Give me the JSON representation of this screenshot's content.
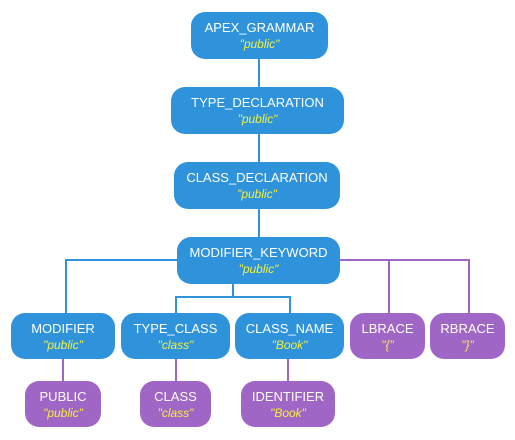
{
  "colors": {
    "blue_node": "#2f93dc",
    "blue_edge": "#2f93dc",
    "purple_node": "#a066c6",
    "purple_edge": "#a066c6",
    "value_text": "#f4f040"
  },
  "nodes": {
    "apex_grammar": {
      "label": "APEX_GRAMMAR",
      "value": "\"public\""
    },
    "type_declaration": {
      "label": "TYPE_DECLARATION",
      "value": "\"public\""
    },
    "class_declaration": {
      "label": "CLASS_DECLARATION",
      "value": "\"public\""
    },
    "modifier_keyword": {
      "label": "MODIFIER_KEYWORD",
      "value": "\"public\""
    },
    "modifier": {
      "label": "MODIFIER",
      "value": "\"public\""
    },
    "type_class": {
      "label": "TYPE_CLASS",
      "value": "\"class\""
    },
    "class_name": {
      "label": "CLASS_NAME",
      "value": "\"Book\""
    },
    "lbrace": {
      "label": "LBRACE",
      "value": "\"{\""
    },
    "rbrace": {
      "label": "RBRACE",
      "value": "\"}\""
    },
    "public": {
      "label": "PUBLIC",
      "value": "\"public\""
    },
    "class": {
      "label": "CLASS",
      "value": "\"class\""
    },
    "identifier": {
      "label": "IDENTIFIER",
      "value": "\"Book\""
    }
  }
}
